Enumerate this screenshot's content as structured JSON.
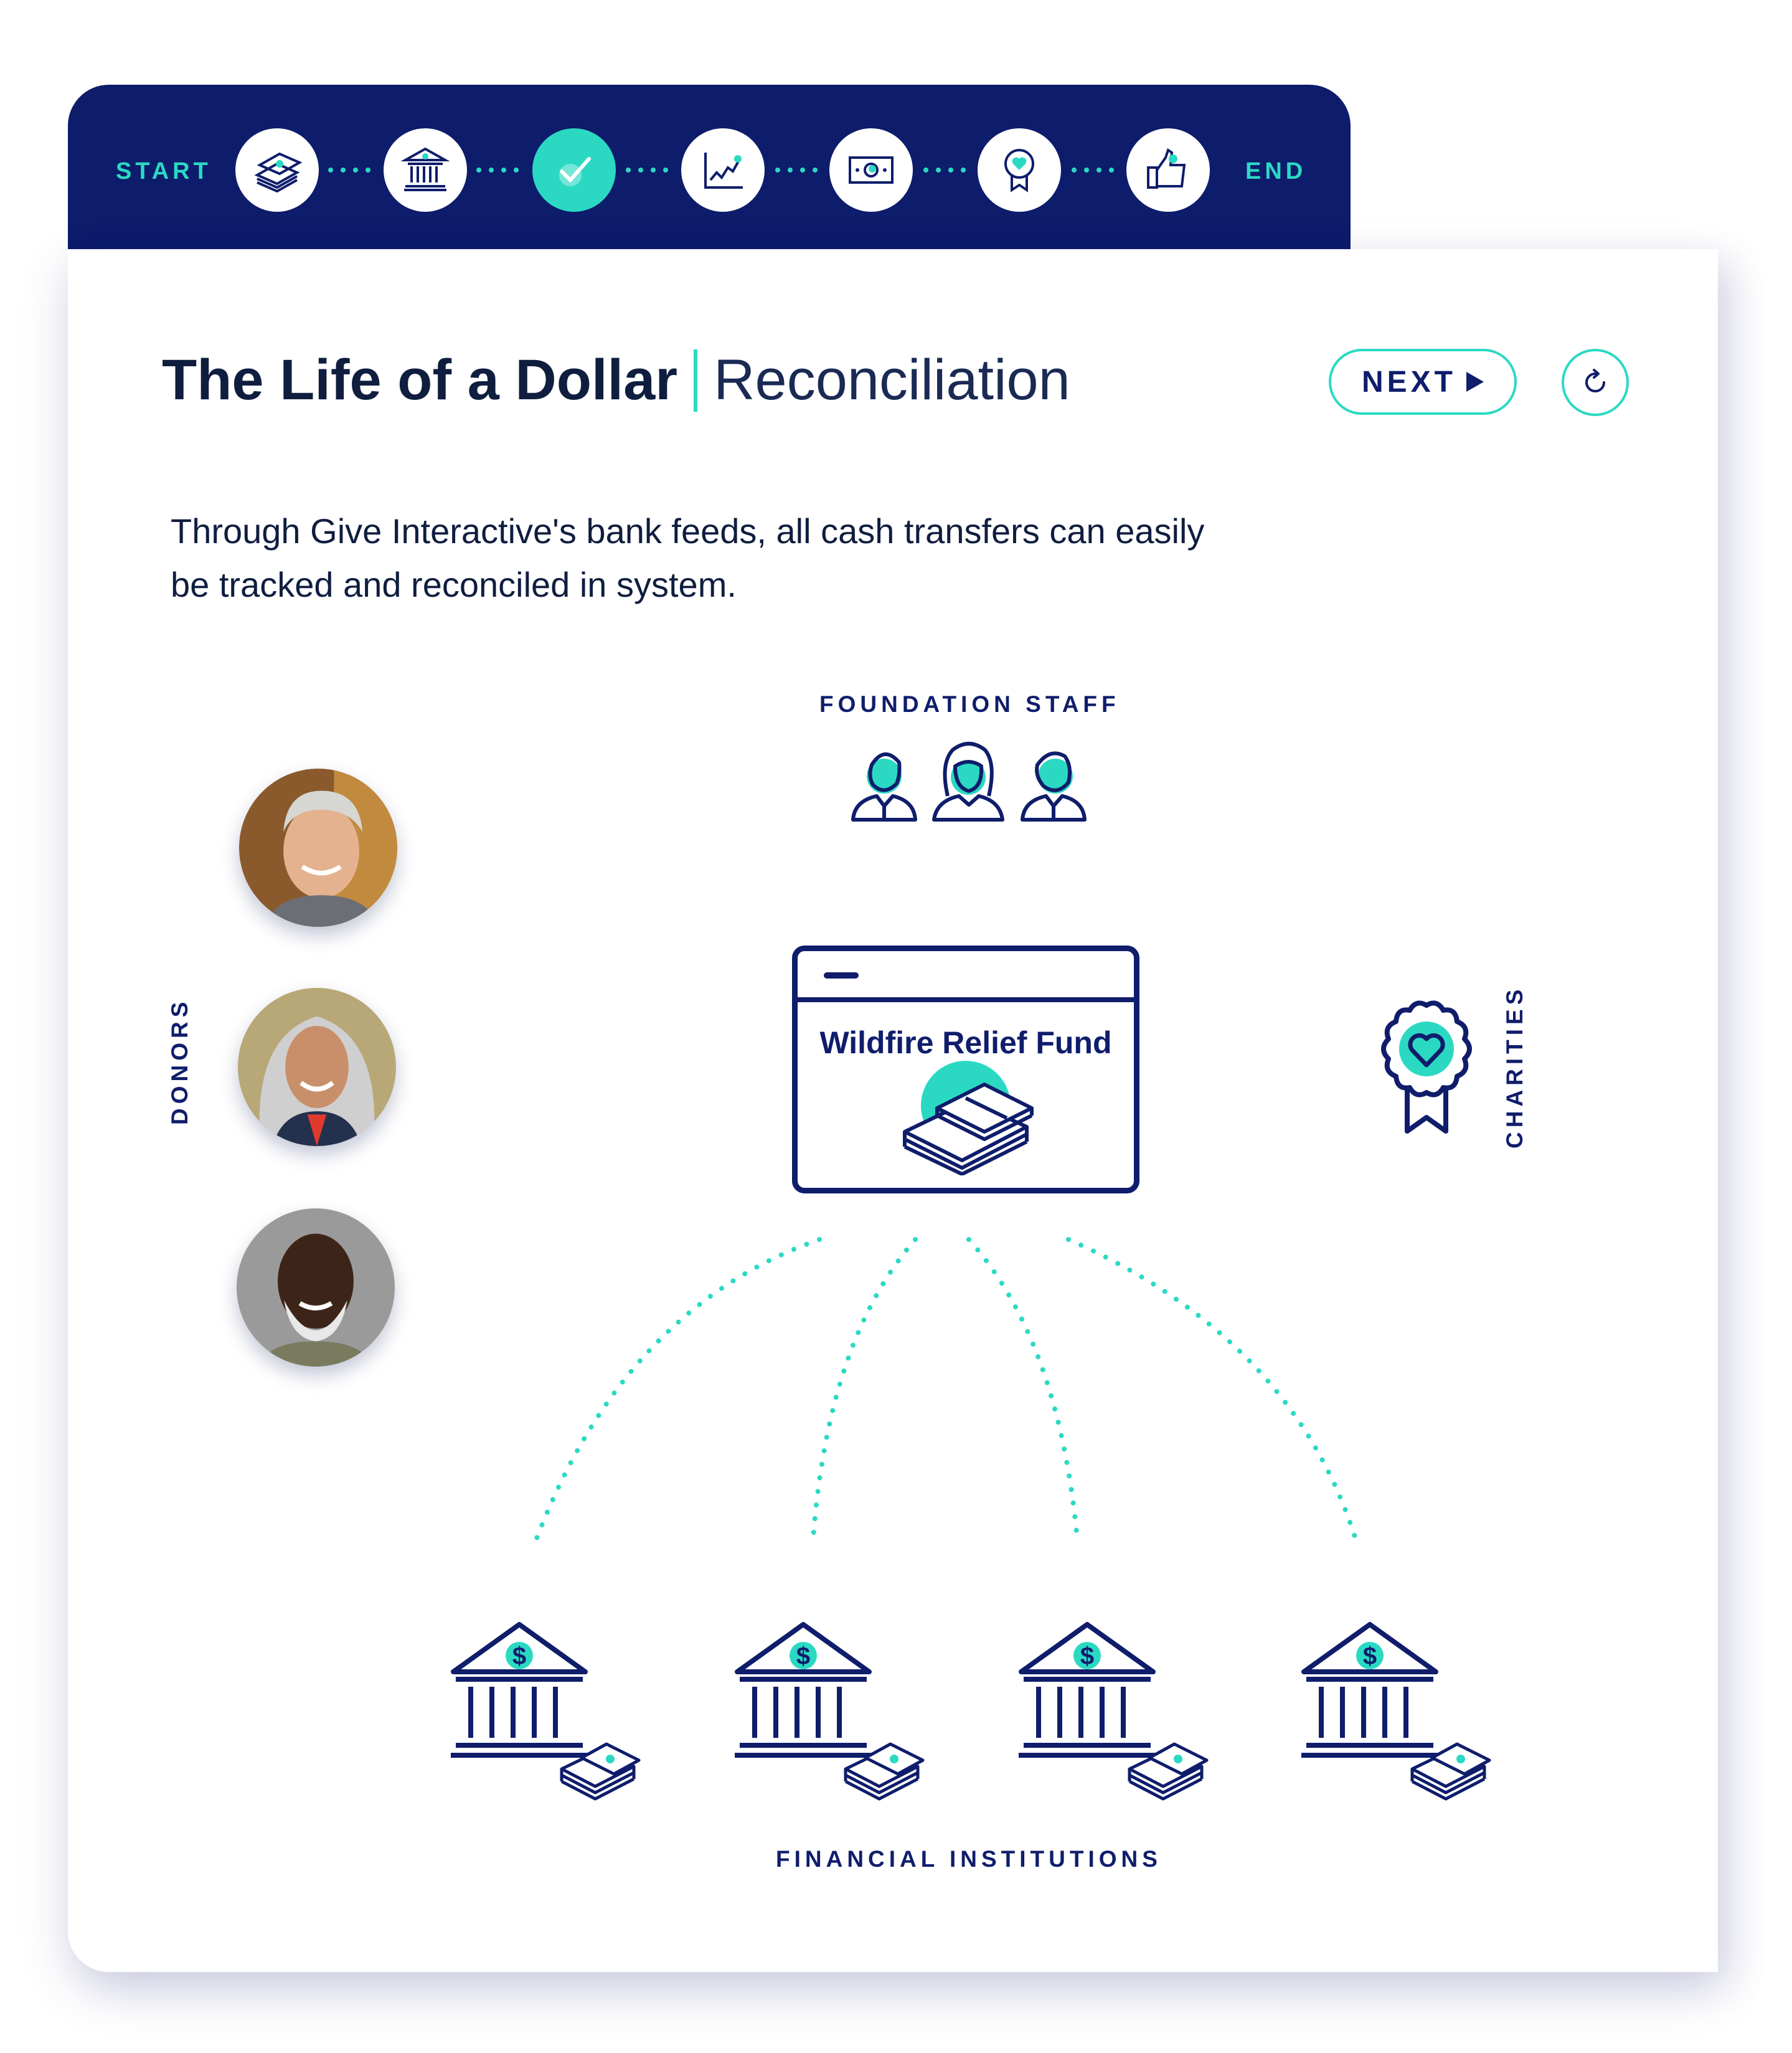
{
  "stepper": {
    "start_label": "START",
    "end_label": "END",
    "steps": [
      {
        "icon": "money-stack-icon",
        "active": false
      },
      {
        "icon": "bank-icon",
        "active": false
      },
      {
        "icon": "checkmark-icon",
        "active": true
      },
      {
        "icon": "line-chart-icon",
        "active": false
      },
      {
        "icon": "dollar-bill-icon",
        "active": false
      },
      {
        "icon": "charity-ribbon-icon",
        "active": false
      },
      {
        "icon": "thumbs-up-icon",
        "active": false
      }
    ]
  },
  "header": {
    "title": "The Life of a Dollar",
    "subtitle": "Reconciliation",
    "next_label": "NEXT",
    "reload_icon": "reload-icon"
  },
  "description": "Through Give Interactive's bank feeds, all cash transfers can easily be tracked and reconciled in system.",
  "diagram": {
    "foundation_staff_label": "FOUNDATION STAFF",
    "donors_label": "DONORS",
    "charities_label": "CHARITIES",
    "fund_name": "Wildfire Relief Fund",
    "financial_institutions_label": "FINANCIAL INSTITUTIONS",
    "donors": [
      "donor-avatar-1",
      "donor-avatar-2",
      "donor-avatar-3"
    ],
    "banks_count_shown": 4
  },
  "colors": {
    "navy": "#0d1c6b",
    "teal": "#2bd9c3",
    "white": "#ffffff"
  }
}
